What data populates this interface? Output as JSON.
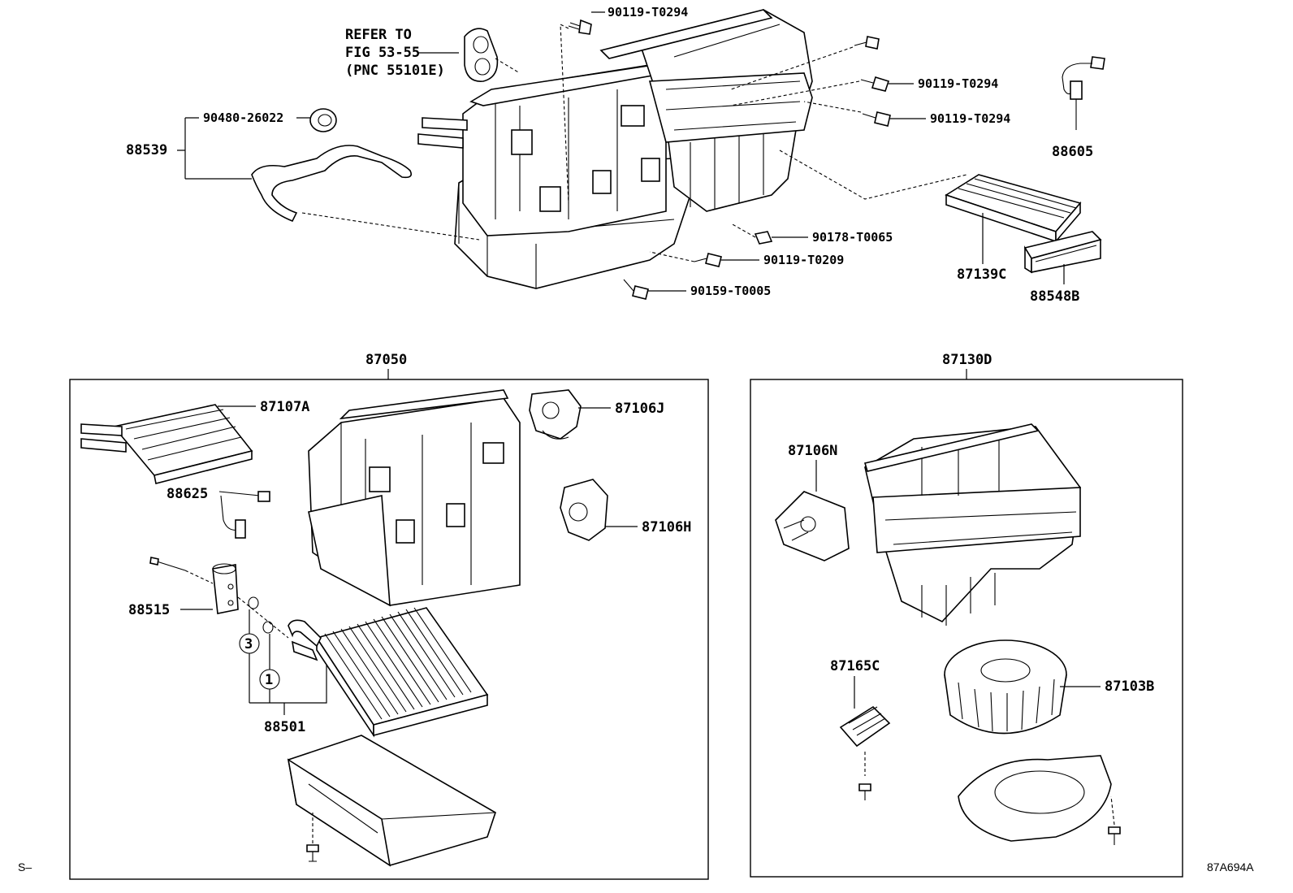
{
  "top": {
    "refer": {
      "line1": "REFER TO",
      "line2": "FIG 53-55",
      "line3": "(PNC 55101E)"
    },
    "bolt_upper_center": "90119-T0294",
    "bolt_right_1": "90119-T0294",
    "bolt_right_2": "90119-T0294",
    "grommet": "90480-26022",
    "hose": "88539",
    "wire_harness_top": "88605",
    "nut_lower_1": "90178-T0065",
    "bolt_lower_2": "90119-T0209",
    "bolt_lower_3": "90159-T0005",
    "filter_element": "87139C",
    "filter_cover": "88548B"
  },
  "left_box": {
    "title": "87050",
    "heater_core": "87107A",
    "servo_j": "87106J",
    "thermistor": "88625",
    "servo_h": "87106H",
    "expansion_valve": "88515",
    "o_ring_large": "3",
    "o_ring_small": "1",
    "evaporator": "88501"
  },
  "right_box": {
    "title": "87130D",
    "servo_n": "87106N",
    "resistor": "87165C",
    "blower_motor": "87103B"
  },
  "footer": {
    "left_mark": "S–",
    "drawing_code": "87A694A"
  }
}
